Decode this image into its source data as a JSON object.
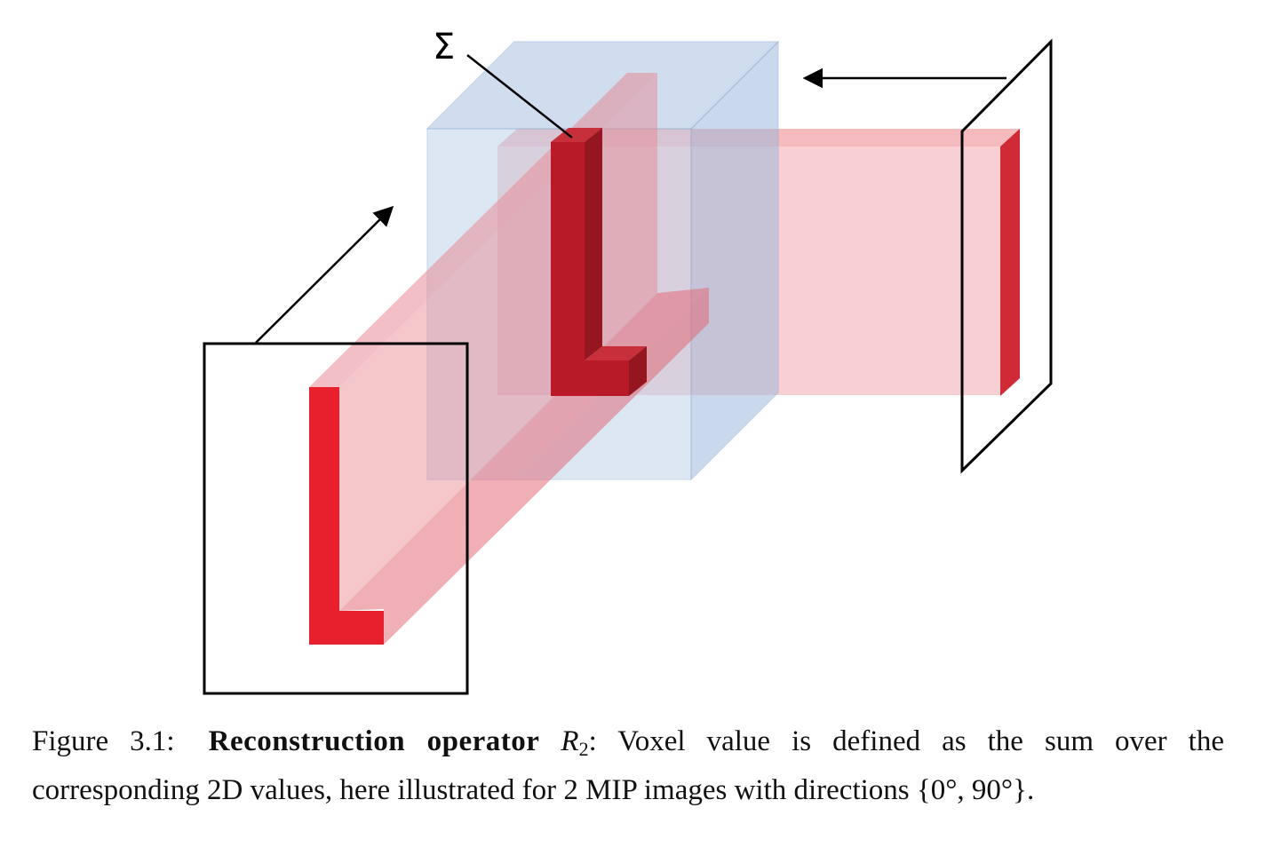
{
  "diagram": {
    "sum_symbol": "Σ"
  },
  "caption": {
    "label": "Figure 3.1:",
    "title": "Reconstruction operator",
    "operator_symbol": "R",
    "operator_subscript": "2",
    "text_after_operator": ": Voxel value is defined as the sum over the corresponding 2D values, here illustrated for 2 MIP images with directions",
    "directions": "{0°, 90°}."
  }
}
